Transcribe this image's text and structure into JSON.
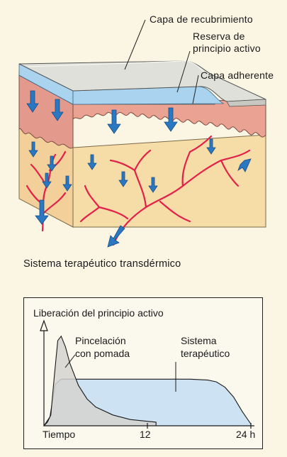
{
  "diagram": {
    "labels": {
      "cover": "Capa de recubrimiento",
      "reserve_line1": "Reserva de",
      "reserve_line2": "principio activo",
      "adhesive": "Capa adherente"
    },
    "caption": "Sistema terapéutico transdérmico",
    "colors": {
      "cover": "#dcdcd6",
      "reservoir": "#a9d3ee",
      "epidermis": "#eaa293",
      "dermis": "#f6dca7",
      "capillary": "#e2204a",
      "arrow": "#2a78c2"
    },
    "icons": [
      "down-arrow-icon"
    ]
  },
  "chart_data": {
    "type": "area",
    "title": "Liberación del principio activo",
    "xlabel": "",
    "x_ticks": [
      "Tiempo",
      "12",
      "24 h"
    ],
    "xlim": [
      0,
      24
    ],
    "series": [
      {
        "name_line1": "Pincelación",
        "name_line2": "con pomada",
        "points": [
          [
            0,
            0
          ],
          [
            0.4,
            4
          ],
          [
            0.8,
            12
          ],
          [
            1.2,
            55
          ],
          [
            1.6,
            95
          ],
          [
            2.0,
            100
          ],
          [
            2.5,
            88
          ],
          [
            3,
            70
          ],
          [
            4,
            45
          ],
          [
            5,
            30
          ],
          [
            6,
            21
          ],
          [
            8,
            12
          ],
          [
            10,
            7
          ],
          [
            12,
            5
          ],
          [
            13,
            4
          ]
        ],
        "color": "#d4d4cf"
      },
      {
        "name_line1": "Sistema",
        "name_line2": "terapéutico",
        "points": [
          [
            0,
            0
          ],
          [
            0.7,
            10
          ],
          [
            1.3,
            46
          ],
          [
            2,
            52
          ],
          [
            6,
            52
          ],
          [
            12,
            52
          ],
          [
            17,
            52
          ],
          [
            19,
            51
          ],
          [
            20,
            49
          ],
          [
            21,
            43
          ],
          [
            22,
            32
          ],
          [
            23,
            16
          ],
          [
            24,
            2
          ]
        ],
        "color": "#cde2f3"
      }
    ],
    "ylim": [
      0,
      110
    ],
    "grid": false
  }
}
